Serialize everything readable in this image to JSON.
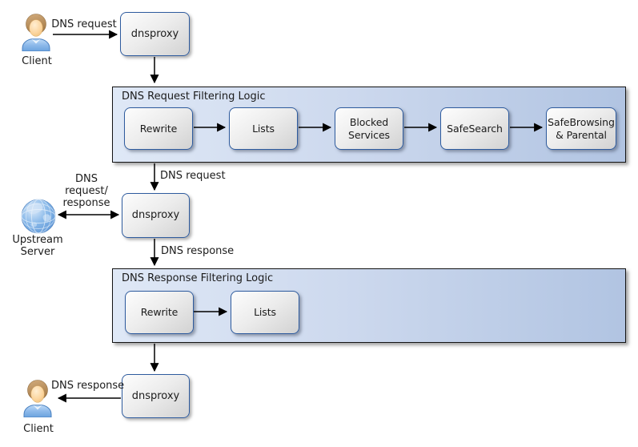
{
  "diagram": {
    "nodes": {
      "client_top": "Client",
      "dnsproxy_top": "dnsproxy",
      "upstream": "Upstream Server",
      "dnsproxy_mid": "dnsproxy",
      "dnsproxy_bottom": "dnsproxy",
      "client_bottom": "Client"
    },
    "groups": {
      "request": {
        "title": "DNS Request Filtering Logic",
        "boxes": [
          "Rewrite",
          "Lists",
          "Blocked Services",
          "SafeSearch",
          "SafeBrowsing & Parental"
        ]
      },
      "response": {
        "title": "DNS Response Filtering Logic",
        "boxes": [
          "Rewrite",
          "Lists"
        ]
      }
    },
    "edge_labels": {
      "client_request": "DNS request",
      "filtered_request": "DNS request",
      "upstream_exchange": "DNS request/ response",
      "upstream_response": "DNS response",
      "client_response": "DNS response"
    },
    "icons": {
      "client_top": "person-icon",
      "upstream": "globe-icon",
      "client_bottom": "person-icon"
    },
    "colors": {
      "group_fill_left": "#dfe8f6",
      "group_fill_right": "#b1c4e2",
      "group_border": "#141414",
      "node_border": "#2e5b9e",
      "node_fill_top": "#fdfdfd",
      "node_fill_bottom": "#d2d2d2",
      "arrow": "#000000",
      "background": "#ffffff"
    }
  }
}
